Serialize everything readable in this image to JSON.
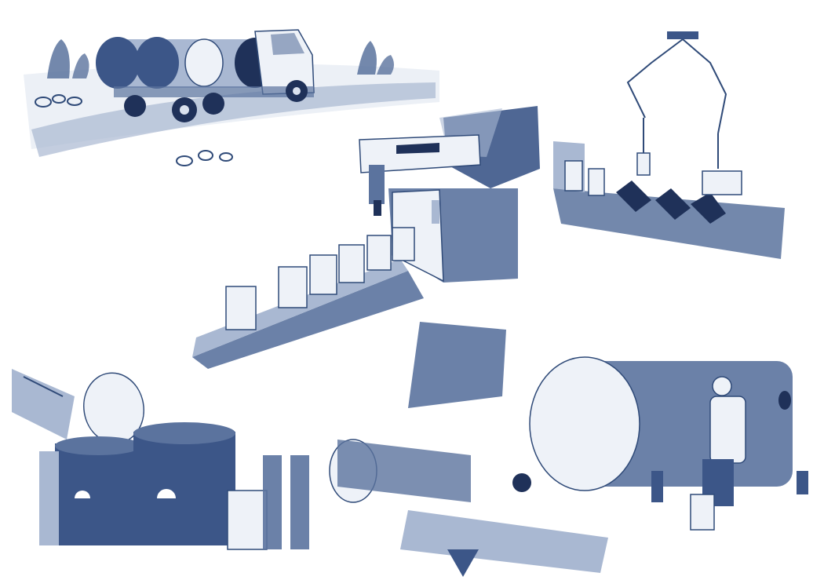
{
  "palette": {
    "ink": "#2f4a78",
    "ink_dark": "#1f3159",
    "wash": "#5b739e",
    "wash_light": "#a9b8d2",
    "wash_pale": "#d9e1ee",
    "paper": "#ffffff"
  },
  "scenes": [
    {
      "id": "truck",
      "icon": "tanker-truck-icon"
    },
    {
      "id": "robot-press",
      "icon": "robotic-press-icon"
    },
    {
      "id": "sorting-arms",
      "icon": "sorting-arms-icon"
    },
    {
      "id": "melting-tanks",
      "icon": "melting-tanks-icon"
    },
    {
      "id": "crusher-conveyor",
      "icon": "crusher-conveyor-icon"
    },
    {
      "id": "tank-worker",
      "icon": "tank-worker-icon"
    }
  ]
}
